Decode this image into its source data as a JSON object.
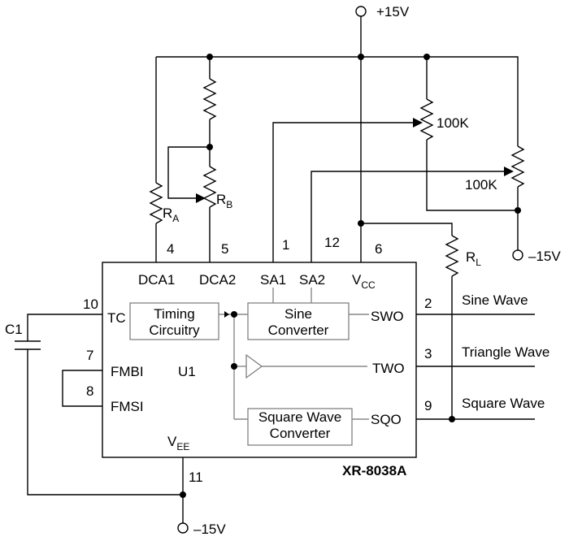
{
  "supply": {
    "positive": "+15V",
    "negative_r": "–15V",
    "negative_bottom": "–15V"
  },
  "chip": {
    "part_number": "XR-8038A",
    "designator": "U1",
    "pins": {
      "dca1": {
        "name": "DCA1",
        "number": "4"
      },
      "dca2": {
        "name": "DCA2",
        "number": "5"
      },
      "sa1": {
        "name": "SA1",
        "number": "1"
      },
      "sa2": {
        "name": "SA2",
        "number": "12"
      },
      "vcc": {
        "name": "V",
        "sub": "CC",
        "number": "6"
      },
      "tc": {
        "name": "TC",
        "number": "10"
      },
      "fmbi": {
        "name": "FMBI",
        "number": "7"
      },
      "fmsi": {
        "name": "FMSI",
        "number": "8"
      },
      "swo": {
        "name": "SWO",
        "number": "2"
      },
      "two": {
        "name": "TWO",
        "number": "3"
      },
      "sqo": {
        "name": "SQO",
        "number": "9"
      },
      "vee": {
        "name": "V",
        "sub": "EE",
        "number": "11"
      }
    },
    "blocks": {
      "timing": [
        "Timing",
        "Circuitry"
      ],
      "sine": [
        "Sine",
        "Converter"
      ],
      "square": [
        "Square Wave",
        "Converter"
      ]
    }
  },
  "components": {
    "ra": {
      "main": "R",
      "sub": "A"
    },
    "rb": {
      "main": "R",
      "sub": "B"
    },
    "rl": {
      "main": "R",
      "sub": "L"
    },
    "c1": "C1",
    "pot1": "100K",
    "pot2": "100K"
  },
  "outputs": {
    "sine": "Sine Wave",
    "triangle": "Triangle Wave",
    "square": "Square Wave"
  }
}
